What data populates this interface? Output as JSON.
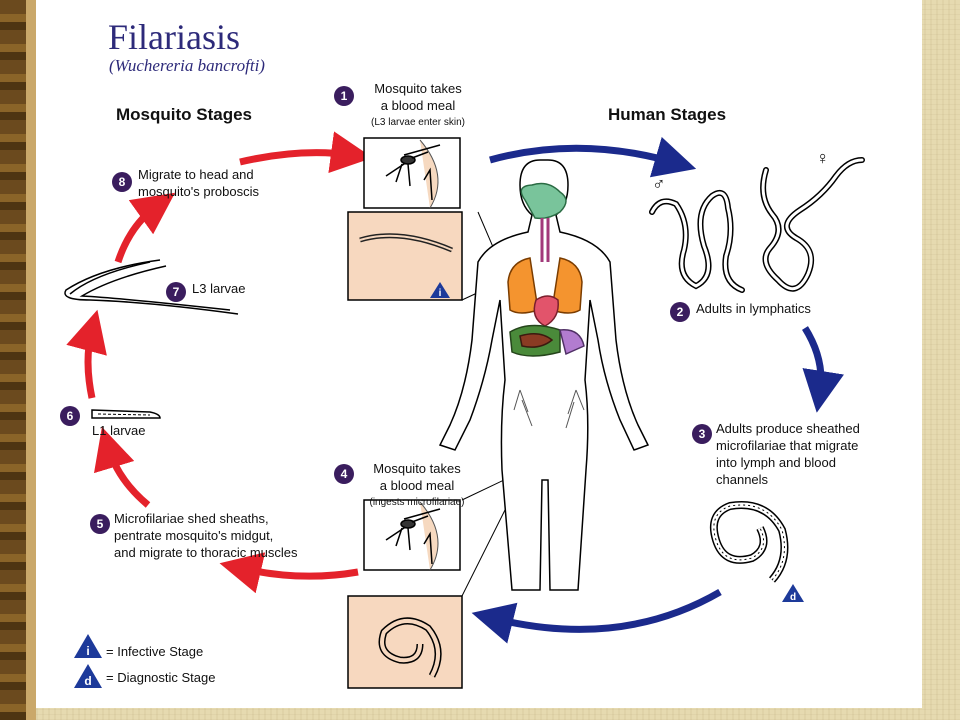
{
  "title": "Filariasis",
  "subtitle": "(Wuchereria bancrofti)",
  "headings": {
    "mosquito": "Mosquito Stages",
    "human": "Human Stages"
  },
  "stages": [
    {
      "num": "1",
      "line1": "Mosquito takes",
      "line2": "a blood meal",
      "line3": "(L3 larvae enter skin)"
    },
    {
      "num": "2",
      "line1": "Adults in lymphatics"
    },
    {
      "num": "3",
      "line1": "Adults produce sheathed",
      "line2": "microfilariae that migrate",
      "line3": "into lymph and blood",
      "line4": "channels"
    },
    {
      "num": "4",
      "line1": "Mosquito takes",
      "line2": "a blood meal",
      "line3": "(ingests microfilariae)"
    },
    {
      "num": "5",
      "line1": "Microfilariae shed sheaths,",
      "line2": "pentrate mosquito's midgut,",
      "line3": "and migrate to thoracic muscles"
    },
    {
      "num": "6",
      "line1": "L1 larvae"
    },
    {
      "num": "7",
      "line1": "L3 larvae"
    },
    {
      "num": "8",
      "line1": "Migrate to head and",
      "line2": "mosquito's proboscis"
    }
  ],
  "legend": {
    "infective_symbol": "i",
    "infective_label": "= Infective Stage",
    "diagnostic_symbol": "d",
    "diagnostic_label": "= Diagnostic Stage"
  },
  "symbols": {
    "male": "♂",
    "female": "♀"
  },
  "colors": {
    "mosquito_arrow": "#e4222b",
    "human_arrow": "#1b2a8c",
    "badge": "#3a1d5e",
    "title": "#2d2a7a",
    "legend_triangle": "#1d3a9a"
  },
  "icons": [
    "mosquito-icon",
    "worm-icon",
    "human-body-icon",
    "triangle-stage-icon"
  ]
}
